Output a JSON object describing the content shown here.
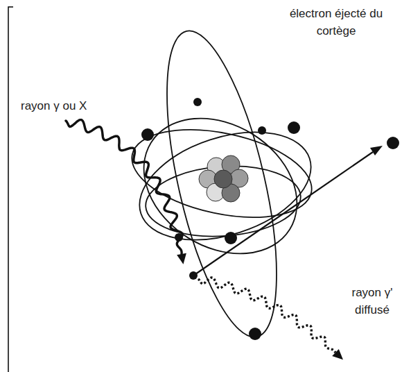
{
  "diagram": {
    "labels": [
      "rayon γ ou X",
      "électron éjecté du cortège",
      "rayon γ' diffusé"
    ]
  }
}
